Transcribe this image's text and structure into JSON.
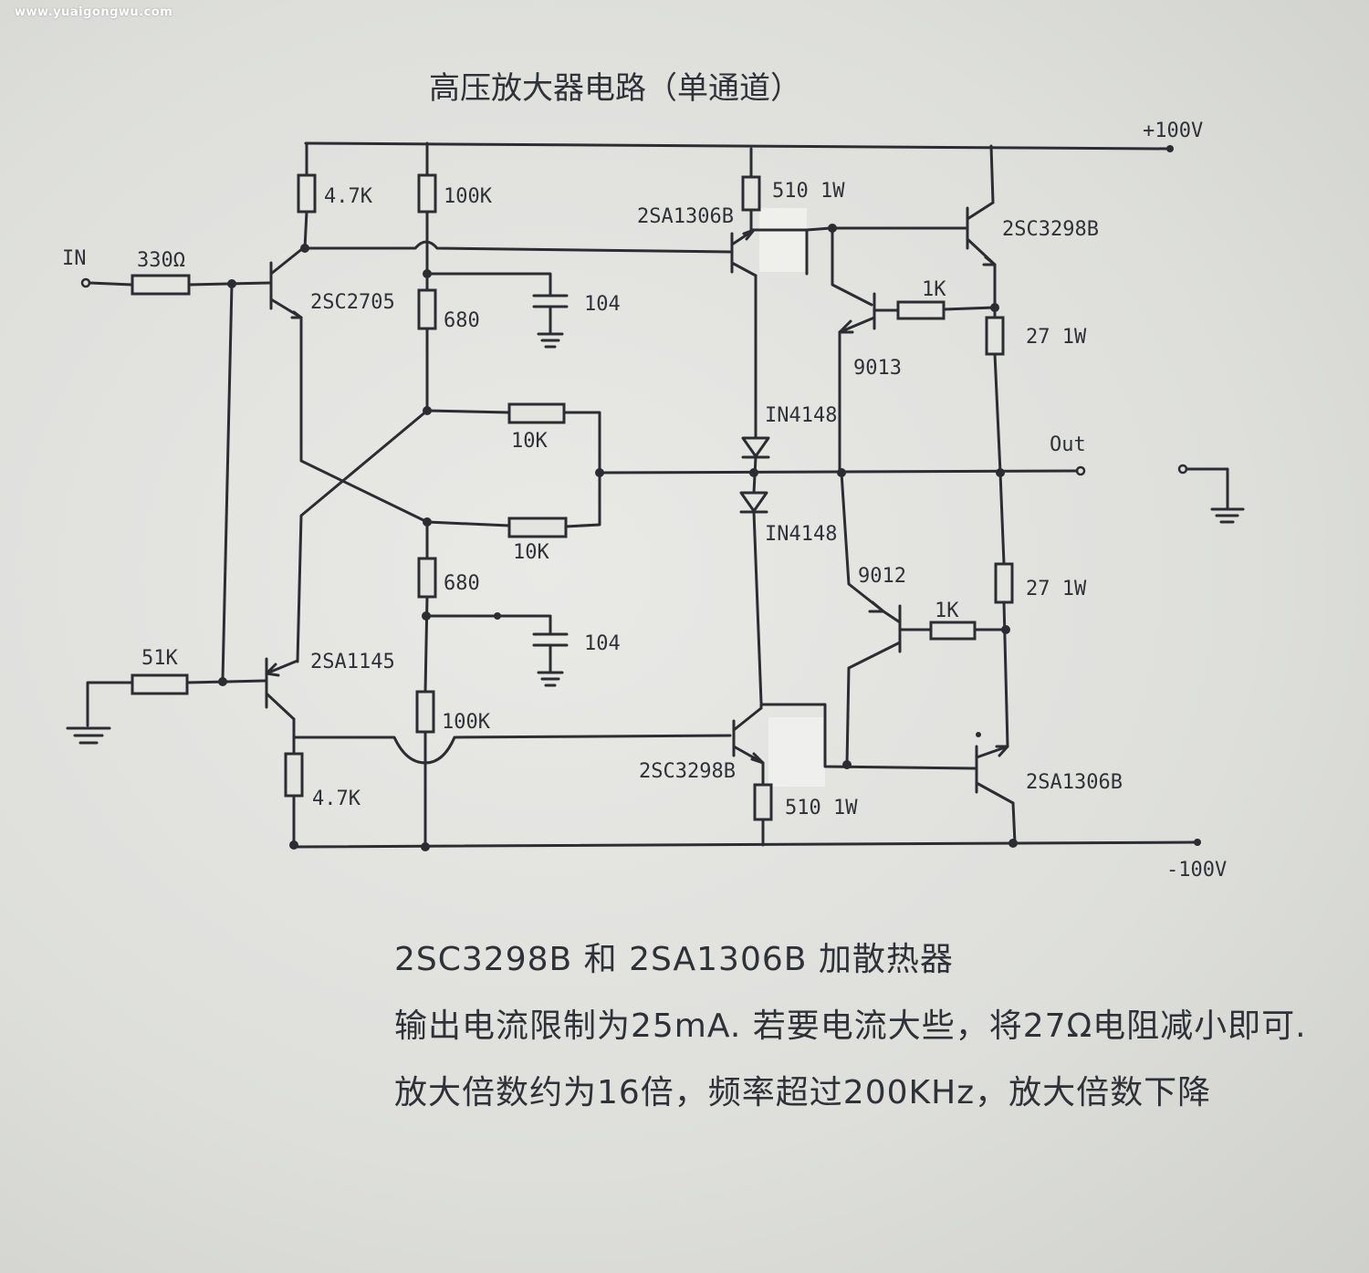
{
  "watermark": "www.yuaigongwu.com",
  "title": "高压放大器电路（单通道）",
  "rails": {
    "positive": "+100V",
    "negative": "-100V"
  },
  "terminals": {
    "input": "IN",
    "output": "Out"
  },
  "labels": {
    "r_in": "330Ω",
    "r_4k7_top": "4.7K",
    "r_100k_top": "100K",
    "r_680_top": "680",
    "c_top": "104",
    "q1": "2SC2705",
    "r_10k_a": "10K",
    "r_10k_b": "10K",
    "r_680_bot": "680",
    "c_bot": "104",
    "r_51k": "51K",
    "q2": "2SA1145",
    "r_100k_bot": "100K",
    "r_4k7_bot": "4.7K",
    "q3": "2SA1306B",
    "r_510_top": "510 1W",
    "q4": "2SC3298B",
    "r_1k_top": "1K",
    "q5": "9013",
    "r_27_top": "27 1W",
    "d1": "IN4148",
    "d2": "IN4148",
    "q6": "9012",
    "r_1k_bot": "1K",
    "r_27_bot": "27 1W",
    "q7": "2SC3298B",
    "r_510_bot": "510 1W",
    "q8": "2SA1306B"
  },
  "notes": [
    "2SC3298B 和 2SA1306B 加散热器",
    "输出电流限制为25mA. 若要电流大些，将27Ω电阻减小即可.",
    "放大倍数约为16倍，频率超过200KHz，放大倍数下降"
  ]
}
